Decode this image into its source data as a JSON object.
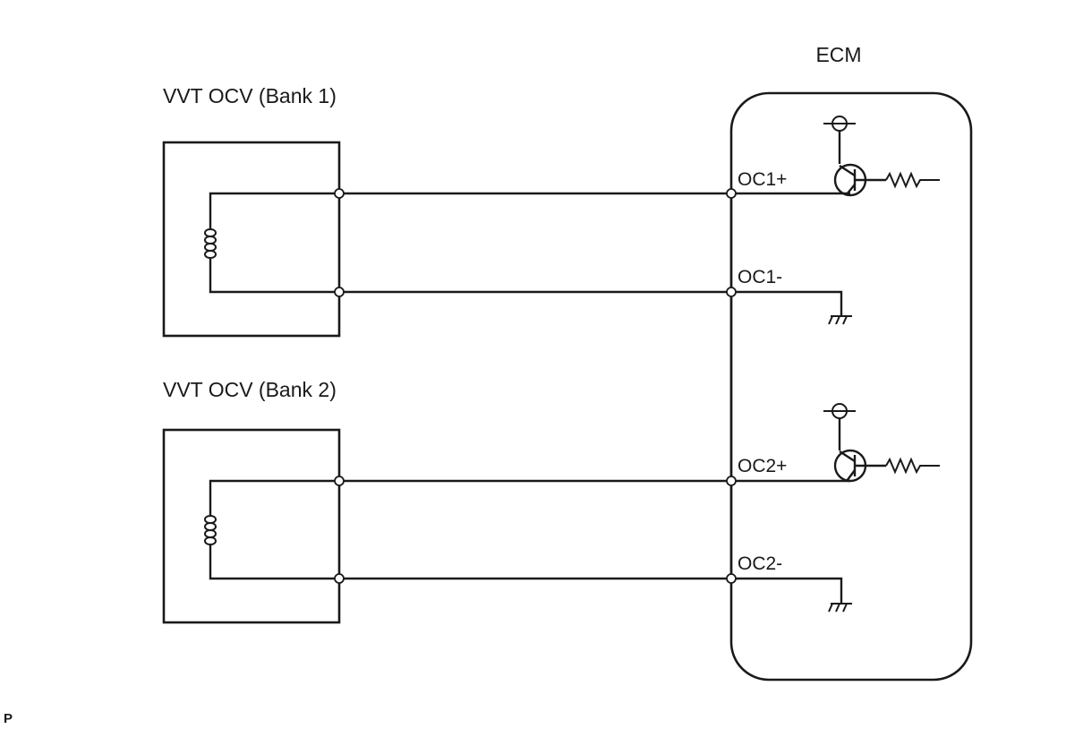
{
  "ecm": {
    "title": "ECM",
    "pins": [
      "OC1+",
      "OC1-",
      "OC2+",
      "OC2-"
    ]
  },
  "bank1": {
    "title": "VVT OCV (Bank 1)"
  },
  "bank2": {
    "title": "VVT OCV (Bank 2)"
  },
  "corner_mark": "P"
}
